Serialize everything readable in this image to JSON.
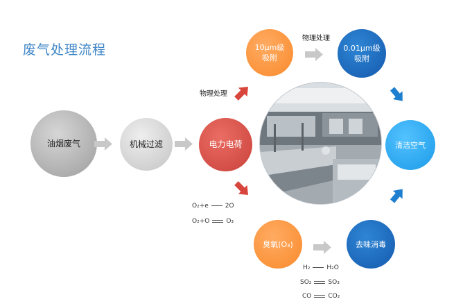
{
  "title": "废气处理流程",
  "nodes": {
    "oil_smoke": "油烟废气",
    "mechanical_filter": "机械过滤",
    "electric_charge": "电力电荷",
    "adsorb_10um": "10μm级\n吸附",
    "adsorb_001um": "0.01μm级\n吸附",
    "clean_air": "清洁空气",
    "ozone": "臭氧(O₃)",
    "deodorize": "去味消毒"
  },
  "labels": {
    "physical_top": "物理处理",
    "physical_left": "物理处理"
  },
  "equations_ozone": [
    {
      "left": "O₂+e",
      "op": "single",
      "right": "2O"
    },
    {
      "left": "O₂+O",
      "op": "double",
      "right": "O₃"
    }
  ],
  "equations_oxidation": [
    {
      "left": "H₂",
      "op": "single",
      "right": "H₂O"
    },
    {
      "left": "SO₂",
      "op": "double",
      "right": "SO₃"
    },
    {
      "left": "CO",
      "op": "double",
      "right": "CO₂"
    }
  ],
  "colors": {
    "title": "#3f86c6",
    "grey_arrow": "#c8c8c8",
    "red_arrow": "#d8453d",
    "blue_arrow": "#1e7fd0",
    "orange": "#f98a2c",
    "blue": "#1559ad",
    "cyan": "#1a9ae8"
  }
}
